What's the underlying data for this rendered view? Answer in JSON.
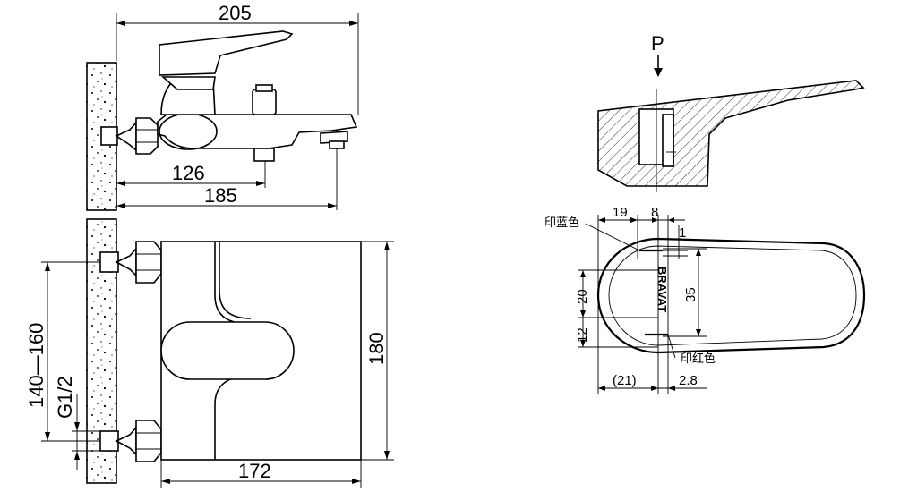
{
  "side_view": {
    "dim_overall_length": "205",
    "dim_spout_outlet": "126",
    "dim_diverter": "185"
  },
  "front_view": {
    "dim_centers": "140—160",
    "dim_thread": "G1/2",
    "dim_height": "180",
    "dim_width": "172"
  },
  "handle_section": {
    "pressure_label": "P"
  },
  "handle_top": {
    "dim_a": "19",
    "dim_b": "8",
    "dim_c": "1",
    "dim_d": "20",
    "dim_e": "35",
    "dim_f": "12",
    "dim_g": "(21)",
    "dim_h": "2.8",
    "brand_mark": "BRAVAT",
    "print_blue_label": "印蓝色",
    "print_red_label": "印红色"
  }
}
